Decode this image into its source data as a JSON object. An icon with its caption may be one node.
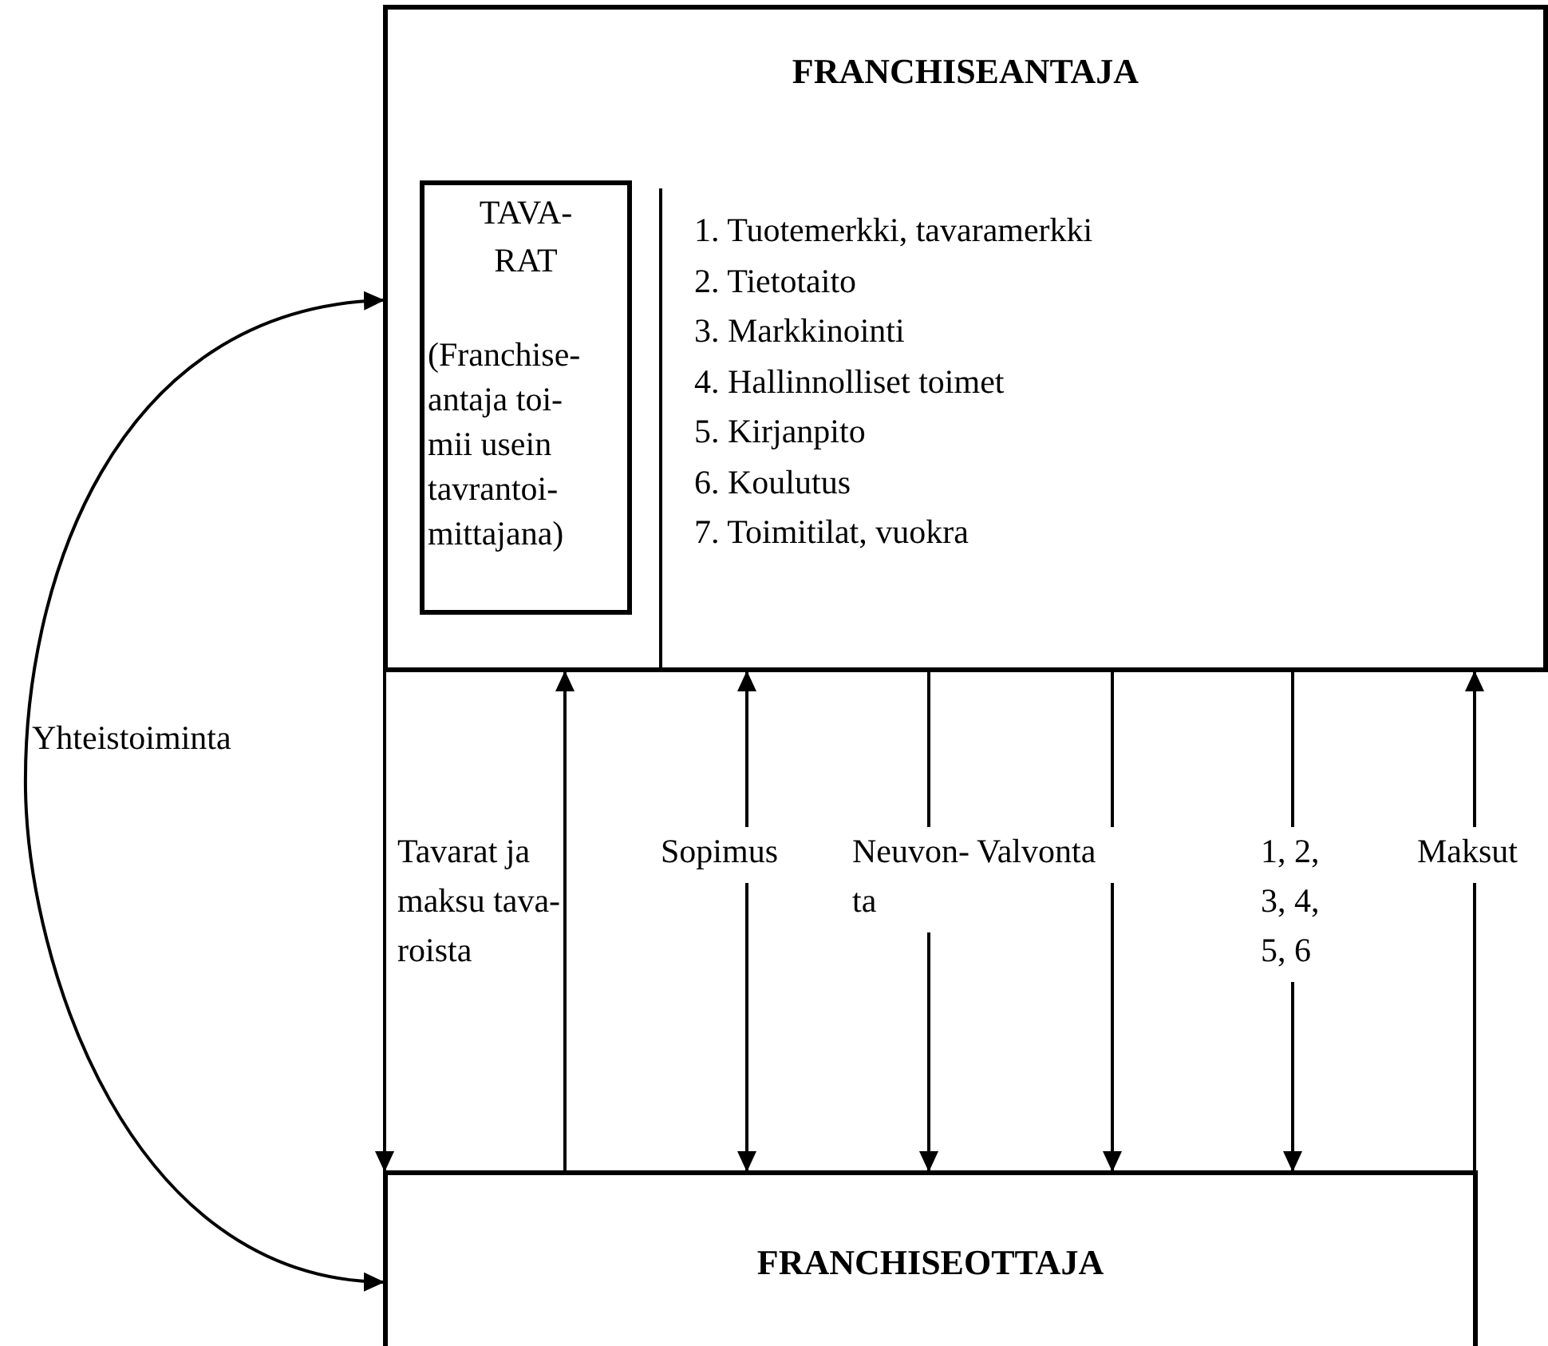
{
  "diagram": {
    "nodes": [
      {
        "text": [
          "FRANCHISEANTAJA",
          "1. Tuotemerkki, tavaramerkki",
          "2. Tietotaito",
          "3. Markkinointi",
          "4. Hallinnolliset toimet",
          "5. Kirjanpito",
          "6. Koulutus",
          "7. Toimitilat, vuokra"
        ]
      },
      {
        "text": [
          "TAVA- RAT",
          "(Franchise- antaja toi- mii usein tavrantoi- mittajana)"
        ],
        "in": 0
      },
      {
        "text": [
          "FRANCHISEOTTAJA"
        ]
      }
    ],
    "edges": [
      {
        "from": 0,
        "to": 2,
        "arrow": "to",
        "label": "Tavarat ja maksu tava- roista"
      },
      {
        "from": 2,
        "to": 0,
        "arrow": "to"
      },
      {
        "from": 0,
        "to": 2,
        "arrow": "both",
        "label": "Sopimus"
      },
      {
        "from": 0,
        "to": 2,
        "arrow": "to",
        "label": "Neuvon- ta"
      },
      {
        "from": 0,
        "to": 2,
        "arrow": "to",
        "label": "Valvonta"
      },
      {
        "from": 0,
        "to": 2,
        "arrow": "to",
        "label": "1, 2, 3, 4, 5, 6"
      },
      {
        "from": 2,
        "to": 0,
        "arrow": "to",
        "label": "Maksut"
      },
      {
        "from": 0,
        "to": 2,
        "arrow": "both",
        "label": "Yhteistoiminta"
      }
    ]
  }
}
